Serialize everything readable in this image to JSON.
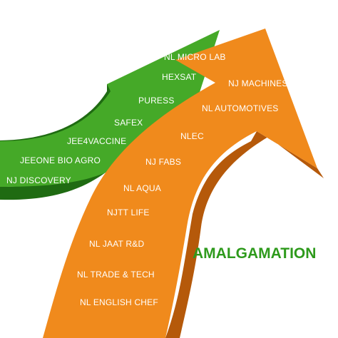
{
  "colors": {
    "green": "#45a928",
    "green_dark": "#1f6b12",
    "orange": "#f08a1c",
    "orange_dark": "#b5590a",
    "label_text": "#ffffff",
    "title_text": "#2e9a1c"
  },
  "green_arrow": {
    "labels": [
      "NL MICRO LAB",
      "HEXSAT",
      "PURESS",
      "SAFEX",
      "JEE4VACCINE",
      "JEEONE BIO AGRO",
      "NJ DISCOVERY"
    ]
  },
  "orange_arrow": {
    "labels": [
      "NJ MACHINES",
      "NL AUTOMOTIVES",
      "NLEC",
      "NJ FABS",
      "NL AQUA",
      "NJTT LIFE",
      "NL JAAT R&D",
      "NL TRADE & TECH",
      "NL ENGLISH CHEF"
    ]
  },
  "title": "AMALGAMATION"
}
